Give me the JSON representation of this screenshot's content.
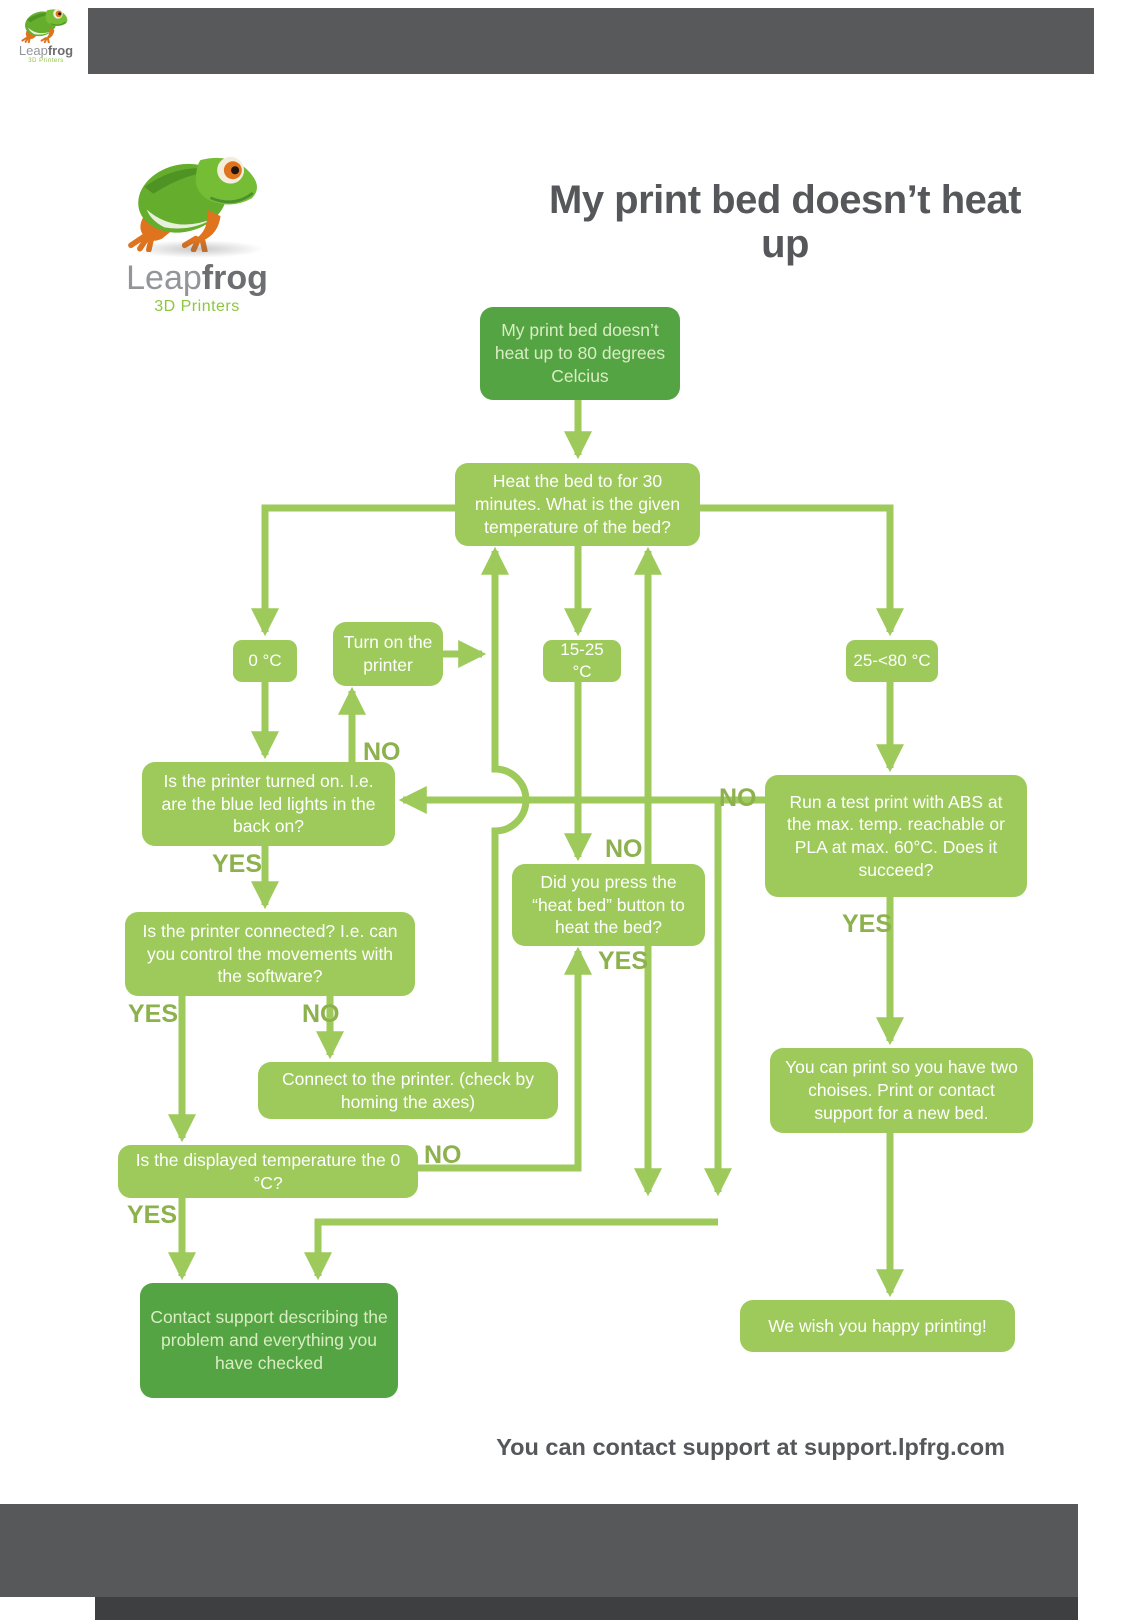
{
  "page": {
    "title": "My print bed doesn’t heat up",
    "support_note": "You can contact support at support.lpfrg.com"
  },
  "brand": {
    "name_leap": "Leap",
    "name_frog": "frog",
    "tagline": "3D Printers"
  },
  "flowchart": {
    "nodes": {
      "start": {
        "text": "My print bed doesn’t heat up to 80 degrees Celcius",
        "style": "dark"
      },
      "heat_bed": {
        "text": "Heat the bed to for 30 minutes. What is the given temperature of the bed?",
        "style": "light"
      },
      "temp_0": {
        "text": "0 °C",
        "style": "light"
      },
      "turn_on": {
        "text": "Turn on the printer",
        "style": "light"
      },
      "temp_15_25": {
        "text": "15-25 °C",
        "style": "light"
      },
      "temp_25_80": {
        "text": "25-<80 °C",
        "style": "light"
      },
      "printer_on": {
        "text": "Is the printer turned on. I.e. are the blue led lights in the back on?",
        "style": "light"
      },
      "heat_button": {
        "text": "Did you press the “heat bed” button to heat the bed?",
        "style": "light"
      },
      "test_print": {
        "text": "Run a test print with ABS at the max. temp. reachable or PLA at max. 60°C. Does it succeed?",
        "style": "light"
      },
      "printer_connected": {
        "text": "Is the printer connected? I.e. can you control the movements with the software?",
        "style": "light"
      },
      "connect_printer": {
        "text": "Connect to the printer. (check by homing the axes)",
        "style": "light"
      },
      "displayed_temp": {
        "text": "Is the displayed temperature the 0 °C?",
        "style": "light"
      },
      "can_print": {
        "text": "You can print so you have two choises. Print or contact support for a new bed.",
        "style": "light"
      },
      "contact_support": {
        "text": "Contact support describing the problem and everything you have checked",
        "style": "dark"
      },
      "happy_printing": {
        "text": "We wish you happy printing!",
        "style": "light"
      }
    },
    "labels": {
      "yes": "YES",
      "no": "NO"
    },
    "edges": [
      {
        "from": "start",
        "to": "heat_bed",
        "label": ""
      },
      {
        "from": "heat_bed",
        "to": "temp_0",
        "label": ""
      },
      {
        "from": "heat_bed",
        "to": "temp_15_25",
        "label": ""
      },
      {
        "from": "heat_bed",
        "to": "temp_25_80",
        "label": ""
      },
      {
        "from": "temp_0",
        "to": "printer_on",
        "label": ""
      },
      {
        "from": "printer_on",
        "to": "turn_on",
        "label": "NO"
      },
      {
        "from": "turn_on",
        "to": "heat_bed",
        "label": ""
      },
      {
        "from": "printer_on",
        "to": "printer_connected",
        "label": "YES"
      },
      {
        "from": "printer_connected",
        "to": "displayed_temp",
        "label": "YES"
      },
      {
        "from": "printer_connected",
        "to": "connect_printer",
        "label": "NO"
      },
      {
        "from": "connect_printer",
        "to": "heat_bed",
        "label": ""
      },
      {
        "from": "temp_15_25",
        "to": "heat_button",
        "label": ""
      },
      {
        "from": "heat_button",
        "to": "heat_bed",
        "label": "NO"
      },
      {
        "from": "heat_button",
        "to": "contact_support",
        "label": "YES"
      },
      {
        "from": "displayed_temp",
        "to": "heat_button",
        "label": "NO"
      },
      {
        "from": "displayed_temp",
        "to": "contact_support",
        "label": "YES"
      },
      {
        "from": "temp_25_80",
        "to": "test_print",
        "label": ""
      },
      {
        "from": "test_print",
        "to": "printer_on",
        "label": "NO"
      },
      {
        "from": "test_print",
        "to": "contact_support",
        "label": "NO"
      },
      {
        "from": "test_print",
        "to": "can_print",
        "label": "YES"
      },
      {
        "from": "can_print",
        "to": "happy_printing",
        "label": ""
      }
    ]
  },
  "colors": {
    "green_light": "#9dca5b",
    "green_dark": "#54a443",
    "brand_lime": "#8dc63f",
    "bar_gray": "#58595b",
    "footer_strip_gray": "#3e3f41"
  }
}
